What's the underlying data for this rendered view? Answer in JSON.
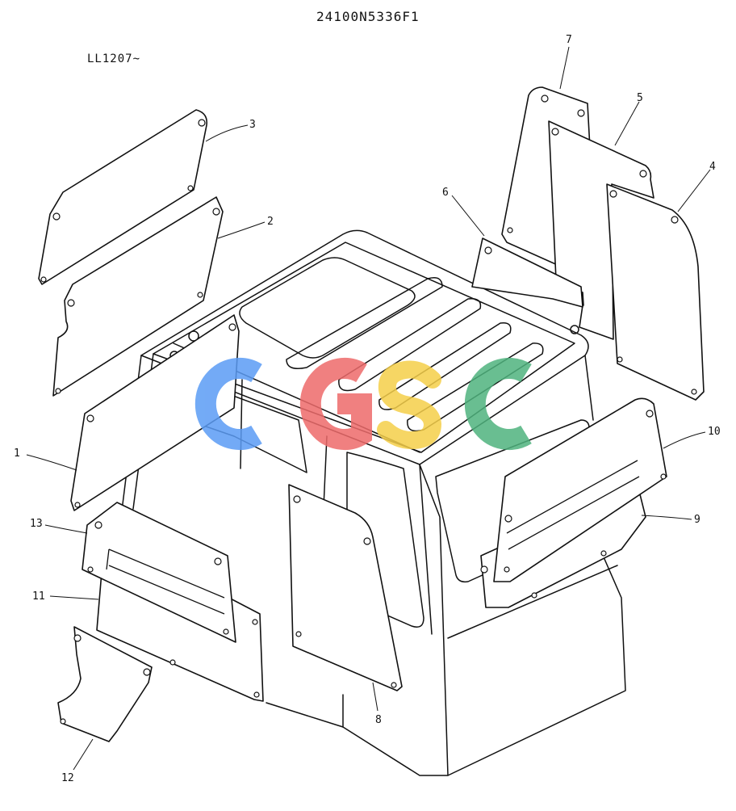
{
  "header": {
    "drawing_code": "24100N5336F1",
    "serial_range": "LL1207~"
  },
  "watermark": {
    "letters": [
      "C",
      "G",
      "S",
      "C"
    ],
    "colors": [
      "#5b9cf5",
      "#ee6b6b",
      "#f5cf4a",
      "#4fb37e"
    ]
  },
  "callouts": [
    "1",
    "2",
    "3",
    "4",
    "5",
    "6",
    "7",
    "8",
    "9",
    "10",
    "11",
    "12",
    "13"
  ]
}
